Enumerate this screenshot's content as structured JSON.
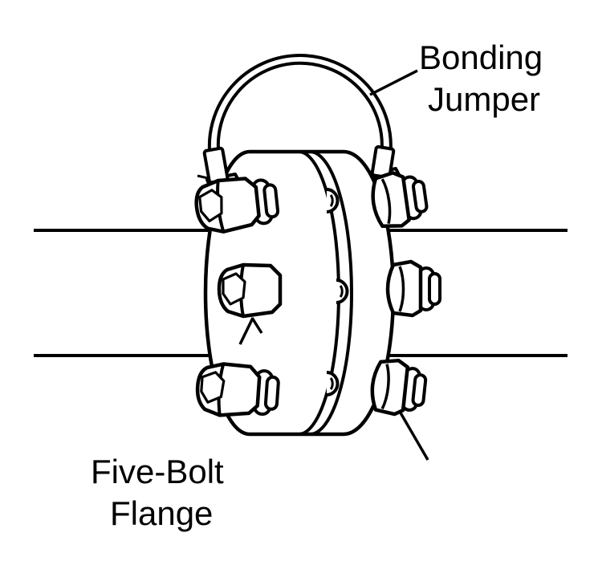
{
  "figure": {
    "background": "#ffffff",
    "ink": "#000000",
    "labels": {
      "bonding_jumper_line1": "Bonding",
      "bonding_jumper_line2": "Jumper",
      "flange_line1": "Five-Bolt",
      "flange_line2": "Flange"
    }
  }
}
